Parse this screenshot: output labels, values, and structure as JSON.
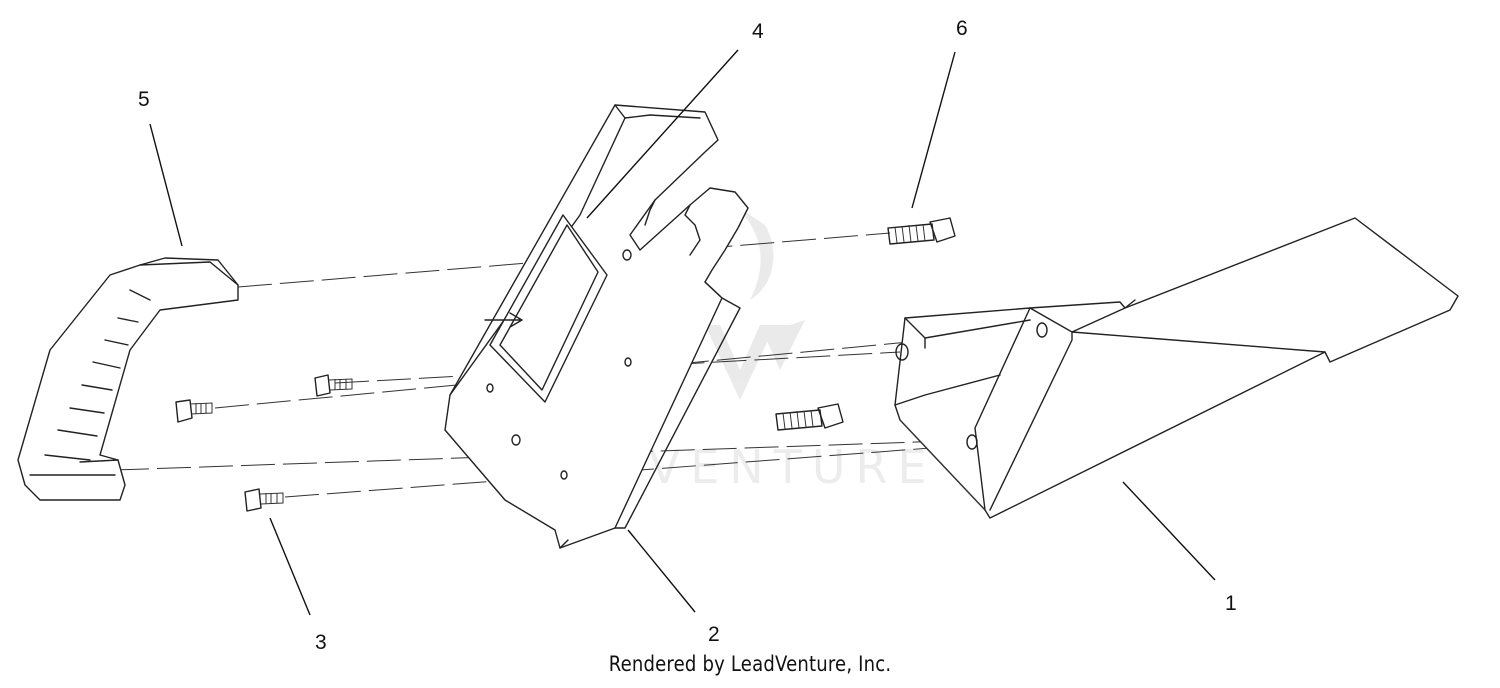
{
  "callouts": [
    {
      "id": "1",
      "label": "1"
    },
    {
      "id": "2",
      "label": "2"
    },
    {
      "id": "3",
      "label": "3"
    },
    {
      "id": "4",
      "label": "4"
    },
    {
      "id": "5",
      "label": "5"
    },
    {
      "id": "6",
      "label": "6"
    }
  ],
  "watermark": "LEADVENTURE",
  "credit": "Rendered by LeadVenture, Inc."
}
